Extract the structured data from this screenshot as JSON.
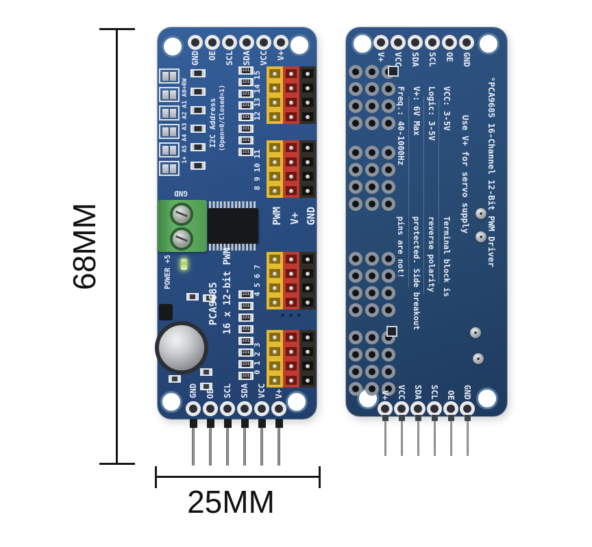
{
  "annotation": {
    "height_label": "68MM",
    "width_label": "25MM"
  },
  "front_board": {
    "top_pin_labels": [
      "GND",
      "OE",
      "SCL",
      "SDA",
      "VCC",
      "V+"
    ],
    "bottom_pin_labels": [
      "GND",
      "OE",
      "SCL",
      "SDA",
      "VCC",
      "V+"
    ],
    "i2c_title": "I2C Address",
    "i2c_note": "(Open=0/Closed=1)",
    "address_jumper_labels": "1+ A5 A4 A3 A2 A1 A0+RW",
    "channel_groups": [
      "12 13 14 15",
      "8 9 10 11",
      "4 5 6 7",
      "0 1 2 3"
    ],
    "rail_labels": [
      "PWM",
      "V+",
      "GND"
    ],
    "terminal_label": "GND",
    "power_label": "POWER +5",
    "chip_label": "PCA9685",
    "board_title": "16 x 12-bit PWM",
    "resistor_code": "221"
  },
  "back_board": {
    "top_pin_labels": [
      "V+",
      "VCC",
      "SDA",
      "SCL",
      "OE",
      "GND"
    ],
    "bottom_pin_labels": [
      "V+",
      "VCC",
      "SDA",
      "SCL",
      "OE",
      "GND"
    ],
    "title": "°PCA9685 16-Channel 12-Bit PWM Driver",
    "servo_note": "Use V+ for servo supply",
    "spec_columns": [
      "Freq.: 40-1000Hz",
      "V+: 6V Max",
      "Logic: 3-5V",
      "VCC: 3-5V"
    ],
    "warning_columns": [
      "pins are not!",
      "protected. Side breakout",
      "reverse polarity",
      "Terminal block is"
    ]
  },
  "colors": {
    "pcb_front": "#2b5086",
    "pcb_back": "#27496f",
    "header_yellow": "#e4bb33",
    "header_red": "#bf3a30",
    "header_black": "#332d27",
    "terminal_green": "#55a356",
    "silkscreen": "#e9eef6"
  }
}
